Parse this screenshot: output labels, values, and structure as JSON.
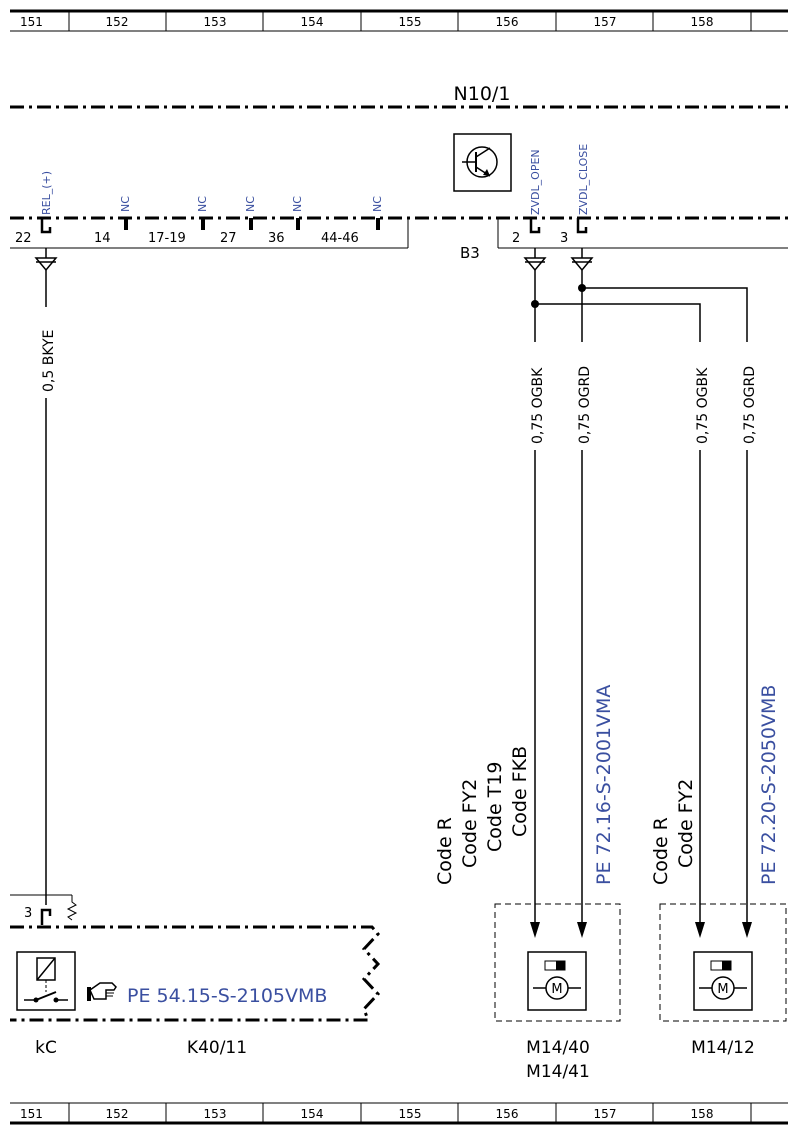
{
  "ruler_top": [
    "151",
    "152",
    "153",
    "154",
    "155",
    "156",
    "157",
    "158"
  ],
  "ruler_bottom": [
    "151",
    "152",
    "153",
    "154",
    "155",
    "156",
    "157",
    "158"
  ],
  "n10": {
    "title": "N10/1",
    "pins": [
      {
        "num": "22",
        "signal": "REL_(+)"
      },
      {
        "num": "14",
        "signal": "NC"
      },
      {
        "num": "17-19",
        "signal": "NC"
      },
      {
        "num": "27",
        "signal": "NC"
      },
      {
        "num": "36",
        "signal": "NC"
      },
      {
        "num": "44-46",
        "signal": "NC"
      },
      {
        "num": "2",
        "signal": "ZVDL_OPEN"
      },
      {
        "num": "3",
        "signal": "ZVDL_CLOSE"
      }
    ],
    "connector": "B3"
  },
  "wires": [
    {
      "label": "0,5 BKYE"
    },
    {
      "label": "0,75 OGBK"
    },
    {
      "label": "0,75 OGRD"
    },
    {
      "label": "0,75 OGBK"
    },
    {
      "label": "0,75 OGRD"
    }
  ],
  "codes_m1440": [
    "Code R",
    "Code FY2",
    "Code T19",
    "Code FKB"
  ],
  "ref_m1440": "PE 72.16-S-2001VMA",
  "codes_m1412": [
    "Code R",
    "Code FY2"
  ],
  "ref_m1412": "PE 72.20-S-2050VMB",
  "k40": {
    "pin": "3",
    "ref": "PE 54.15-S-2105VMB",
    "label_kc": "kC",
    "label": "K40/11"
  },
  "m1440": {
    "label1": "M14/40",
    "label2": "M14/41"
  },
  "m1412": {
    "label": "M14/12"
  }
}
